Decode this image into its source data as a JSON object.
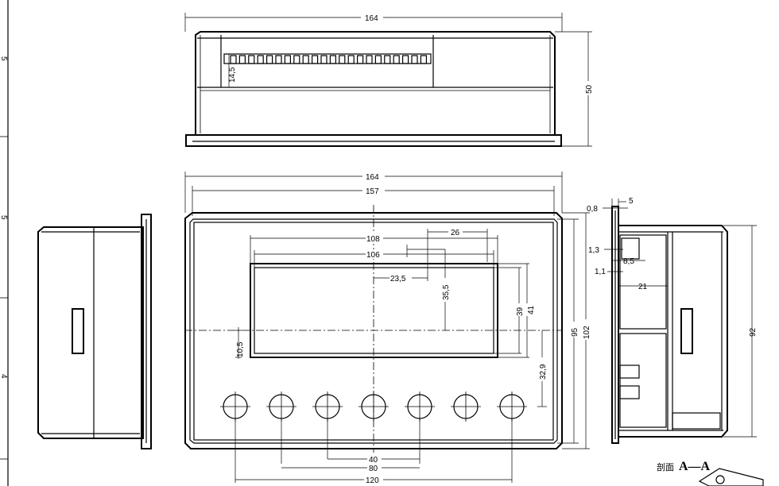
{
  "dimensions": {
    "top_width": "164",
    "top_height": "50",
    "top_slot_depth": "14,5",
    "front_outer_width": "164",
    "front_panel_width": "157",
    "window_outer_width": "108",
    "window_inner_width": "106",
    "window_offset_26": "26",
    "window_offset_23_5": "23,5",
    "window_center_35_5": "35,5",
    "window_inner_height": "39",
    "window_outer_height": "41",
    "window_border_10_5": "10,5",
    "button_row_height": "32,9",
    "front_panel_height": "95",
    "front_outer_height": "102",
    "button_span_40": "40",
    "button_span_80": "80",
    "button_span_120": "120",
    "side_thickness_0_8": "0,8",
    "side_thickness_5": "5",
    "side_1_3": "1,3",
    "side_8_5": "8,5",
    "side_1_1": "1,1",
    "side_21": "21",
    "side_height": "92"
  },
  "section_label": "A—A",
  "section_prefix_glyph": "剖面",
  "border_marks": [
    "5",
    "5",
    "4"
  ]
}
